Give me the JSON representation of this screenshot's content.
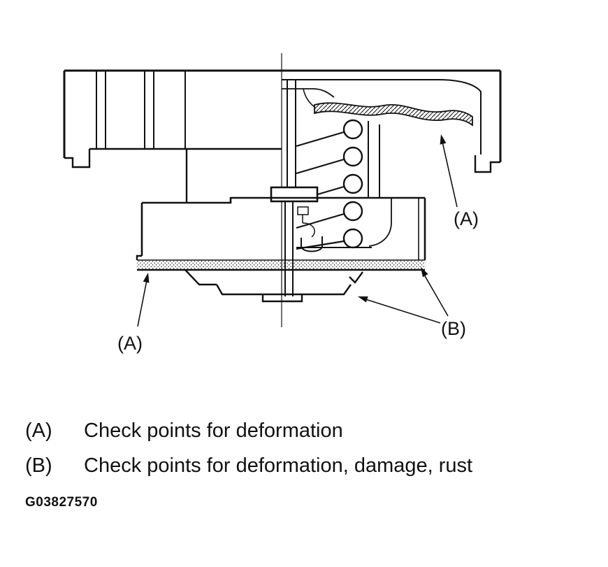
{
  "figure": {
    "id": "G03827570",
    "callouts": {
      "a_upper": "(A)",
      "a_lower": "(A)",
      "b": "(B)"
    },
    "legend": [
      {
        "key": "(A)",
        "text": "Check points for deformation"
      },
      {
        "key": "(B)",
        "text": "Check points for deformation, damage, rust"
      }
    ],
    "colors": {
      "line": "#111111",
      "background": "#ffffff"
    }
  }
}
